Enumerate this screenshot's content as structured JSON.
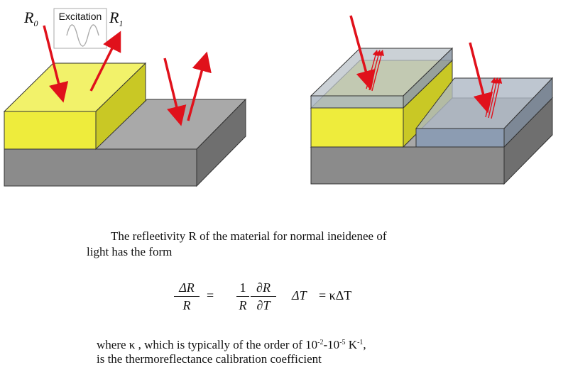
{
  "figure": {
    "excitation_label": "Excitation",
    "r0_label": "R",
    "r0_sub": "0",
    "r1_label": "R",
    "r1_sub": "1"
  },
  "text": {
    "paragraph_line1": "The refleetivity R of the material for normal ineidenee of",
    "paragraph_line2": "light has the form",
    "note_line1": "where κ , which is typically of the order of 10",
    "note_exp1": "-2",
    "note_mid": "-10",
    "note_exp2": "-5",
    "note_unit": "K",
    "note_exp3": "-1",
    "note_tail": ",",
    "note_line2": "is the thermoreflectance calibration coefficient"
  },
  "equation": {
    "lhs_num": "ΔR",
    "lhs_den": "R",
    "equals1": "=",
    "frac2_num": "1",
    "frac2_den": "R",
    "frac3_num": "∂R",
    "frac3_den": "∂T",
    "dt": "ΔT",
    "equals2": "= κΔT"
  },
  "colors": {
    "yellow_top": "#f2f26a",
    "yellow_front": "#eeec3c",
    "yellow_side": "#c8c826",
    "gray_top": "#a8a8a8",
    "gray_front": "#8a8a8a",
    "gray_side": "#6e6e6e",
    "arrow": "#e0111b",
    "coat_top": "#9aa8b8",
    "coat_front": "#8c9cb2"
  }
}
